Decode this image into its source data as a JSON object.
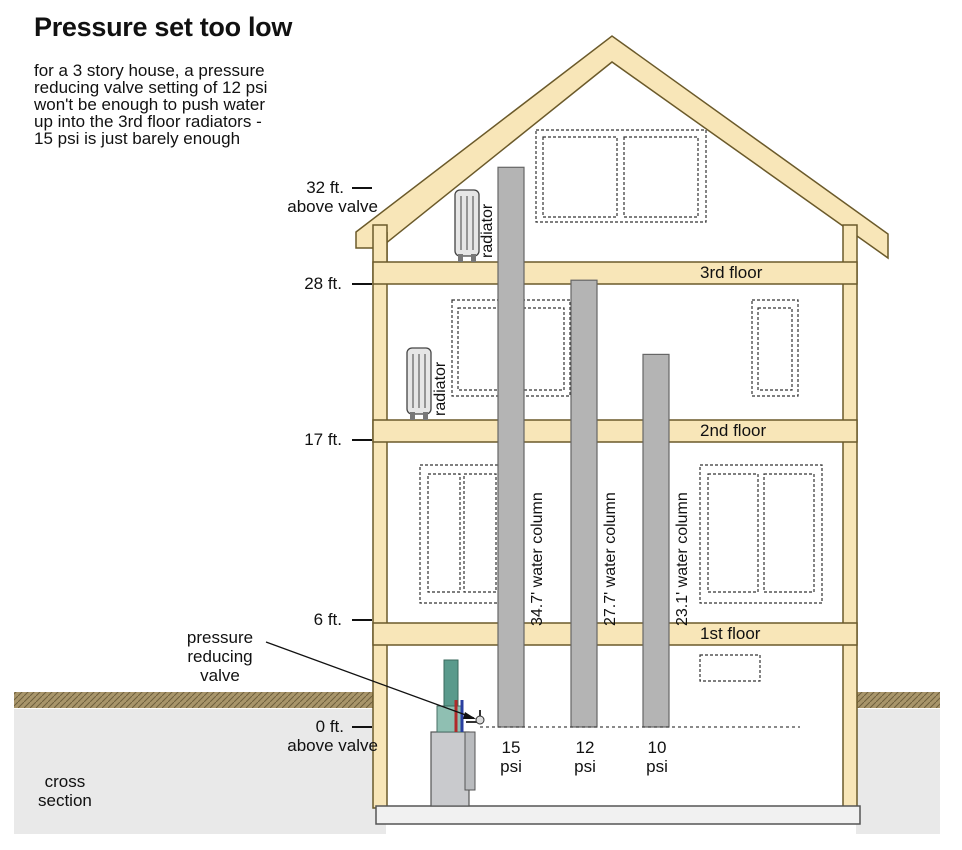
{
  "title": "Pressure set too low",
  "description": "for a 3 story house, a pressure reducing valve setting of 12 psi won't  be enough to push water up into the 3rd floor radiators - 15 psi is just barely enough",
  "description_lines": [
    "for a 3 story house, a pressure",
    "reducing valve setting of 12 psi",
    "won't  be enough to push water",
    "up into the 3rd floor radiators -",
    "15 psi is just barely enough"
  ],
  "heights": {
    "h32_line1": "32 ft.",
    "h32_line2": "above valve",
    "h28": "28 ft.",
    "h17": "17 ft.",
    "h6": "6 ft.",
    "h0_line1": "0 ft.",
    "h0_line2": "above valve"
  },
  "floors": {
    "third": "3rd floor",
    "second": "2nd floor",
    "first": "1st floor"
  },
  "radiator_label": "radiator",
  "columns": [
    {
      "label": "34.7' water column",
      "psi_value": "15",
      "psi_unit": "psi",
      "height_ft": 34.7
    },
    {
      "label": "27.7' water column",
      "psi_value": "12",
      "psi_unit": "psi",
      "height_ft": 27.7
    },
    {
      "label": "23.1' water column",
      "psi_value": "10",
      "psi_unit": "psi",
      "height_ft": 23.1
    }
  ],
  "valve_label_lines": [
    "pressure",
    "reducing",
    "valve"
  ],
  "cross_section_lines": [
    "cross",
    "section"
  ],
  "colors": {
    "wall": "#f8e6b8",
    "wall_stroke": "#6b5a2a",
    "column": "#b4b4b4",
    "ground": "#a8956a",
    "soil": "#e9e9e9",
    "boiler": "#c9cacd",
    "pipe_teal": "#5a9a8c"
  }
}
